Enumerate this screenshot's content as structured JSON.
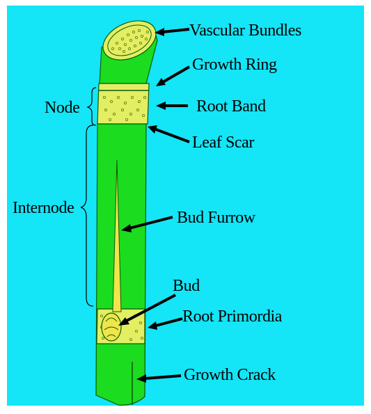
{
  "colors": {
    "background": "#14e5f7",
    "stem": "#1bdc1f",
    "stem_outline": "#0a5a0a",
    "band": "#e3ee62",
    "bud": "#f0e54a",
    "arrow": "#000000",
    "text": "#000000"
  },
  "labels": {
    "vascular_bundles": "Vascular Bundles",
    "growth_ring": "Growth Ring",
    "root_band": "Root Band",
    "leaf_scar": "Leaf Scar",
    "bud_furrow": "Bud Furrow",
    "bud": "Bud",
    "root_primordia": "Root Primordia",
    "growth_crack": "Growth Crack",
    "node": "Node",
    "internode": "Internode"
  }
}
